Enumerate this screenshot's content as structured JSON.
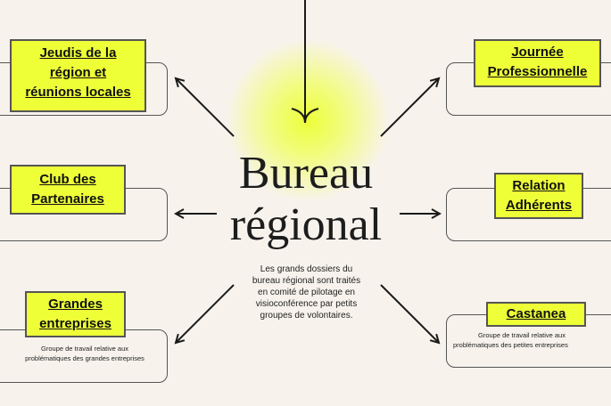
{
  "center": {
    "title_line1": "Bureau",
    "title_line2": "régional",
    "description": "Les grands dossiers du bureau régional sont traités en comité de pilotage en visioconférence par petits groupes de volontaires."
  },
  "left": [
    {
      "label_lines": [
        "Jeudis de la",
        "région et",
        "réunions locales"
      ]
    },
    {
      "label_lines": [
        "Club des",
        "Partenaires"
      ]
    },
    {
      "label_lines": [
        "Grandes",
        "entreprises"
      ],
      "desc_lines": [
        "Groupe de travail relative aux",
        "problématiques des grandes entreprises"
      ]
    }
  ],
  "right": [
    {
      "label_lines": [
        "Journée",
        "Professionnelle"
      ]
    },
    {
      "label_lines": [
        "Relation",
        "Adhérents"
      ]
    },
    {
      "label_lines": [
        "Castanea"
      ],
      "desc_lines": [
        "Groupe de travail relative aux",
        "problématiques des petites entreprises"
      ]
    }
  ],
  "colors": {
    "highlight": "#eeff38",
    "background": "#f7f3ec",
    "ink": "#1d1d1d"
  }
}
